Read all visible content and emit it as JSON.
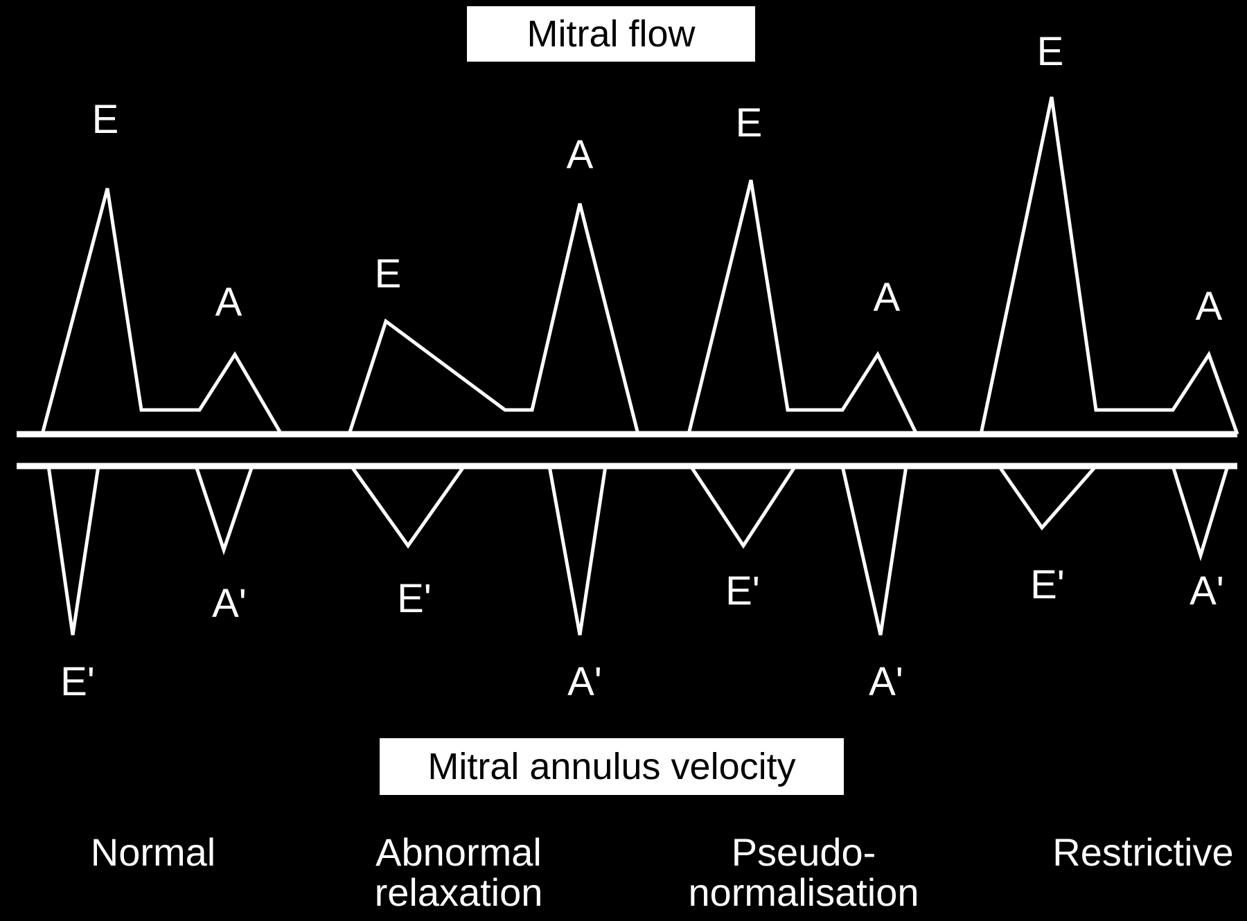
{
  "figure": {
    "top_title": "Mitral flow",
    "bottom_title": "Mitral annulus velocity"
  },
  "colors": {
    "background": "#000000",
    "trace": "#ffffff",
    "title_box_background": "#ffffff",
    "title_box_text": "#000000",
    "label_text": "#ffffff"
  },
  "patterns": [
    {
      "name": "Normal",
      "name_lines": [
        "Normal"
      ],
      "labels": {
        "E": "E",
        "A": "A",
        "E_prime": "E'",
        "A_prime": "A'"
      }
    },
    {
      "name": "Abnormal relaxation",
      "name_lines": [
        "Abnormal",
        "relaxation"
      ],
      "labels": {
        "E": "E",
        "A": "A",
        "E_prime": "E'",
        "A_prime": "A'"
      }
    },
    {
      "name": "Pseudo-normalisation",
      "name_lines": [
        "Pseudo-",
        "normalisation"
      ],
      "labels": {
        "E": "E",
        "A": "A",
        "E_prime": "E'",
        "A_prime": "A'"
      }
    },
    {
      "name": "Restrictive",
      "name_lines": [
        "Restrictive"
      ],
      "labels": {
        "E": "E",
        "A": "A",
        "E_prime": "E'",
        "A_prime": "A'"
      }
    }
  ]
}
